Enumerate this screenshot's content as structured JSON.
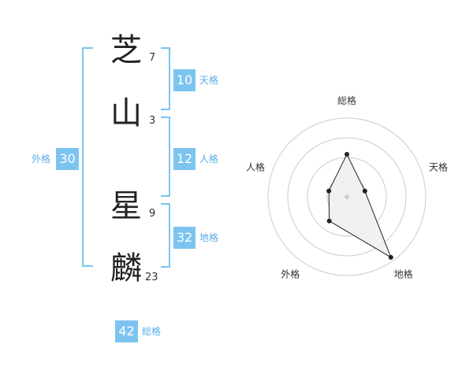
{
  "name": {
    "chars": [
      {
        "char": "芝",
        "strokes": "7"
      },
      {
        "char": "山",
        "strokes": "3"
      },
      {
        "char": "星",
        "strokes": "9"
      },
      {
        "char": "麟",
        "strokes": "23"
      }
    ]
  },
  "fortunes": {
    "tenkaku": {
      "value": "10",
      "label": "天格"
    },
    "jinkaku": {
      "value": "12",
      "label": "人格"
    },
    "chikaku": {
      "value": "32",
      "label": "地格"
    },
    "gaikaku": {
      "value": "30",
      "label": "外格"
    },
    "soukaku": {
      "value": "42",
      "label": "総格"
    }
  },
  "colors": {
    "accent": "#7cc4f0",
    "accent_text": "#5aaee6"
  },
  "chart_data": {
    "type": "radar",
    "axes": [
      "総格",
      "天格",
      "地格",
      "外格",
      "人格"
    ],
    "values": [
      0.54,
      0.24,
      0.95,
      0.38,
      0.24
    ],
    "rings": 4
  }
}
